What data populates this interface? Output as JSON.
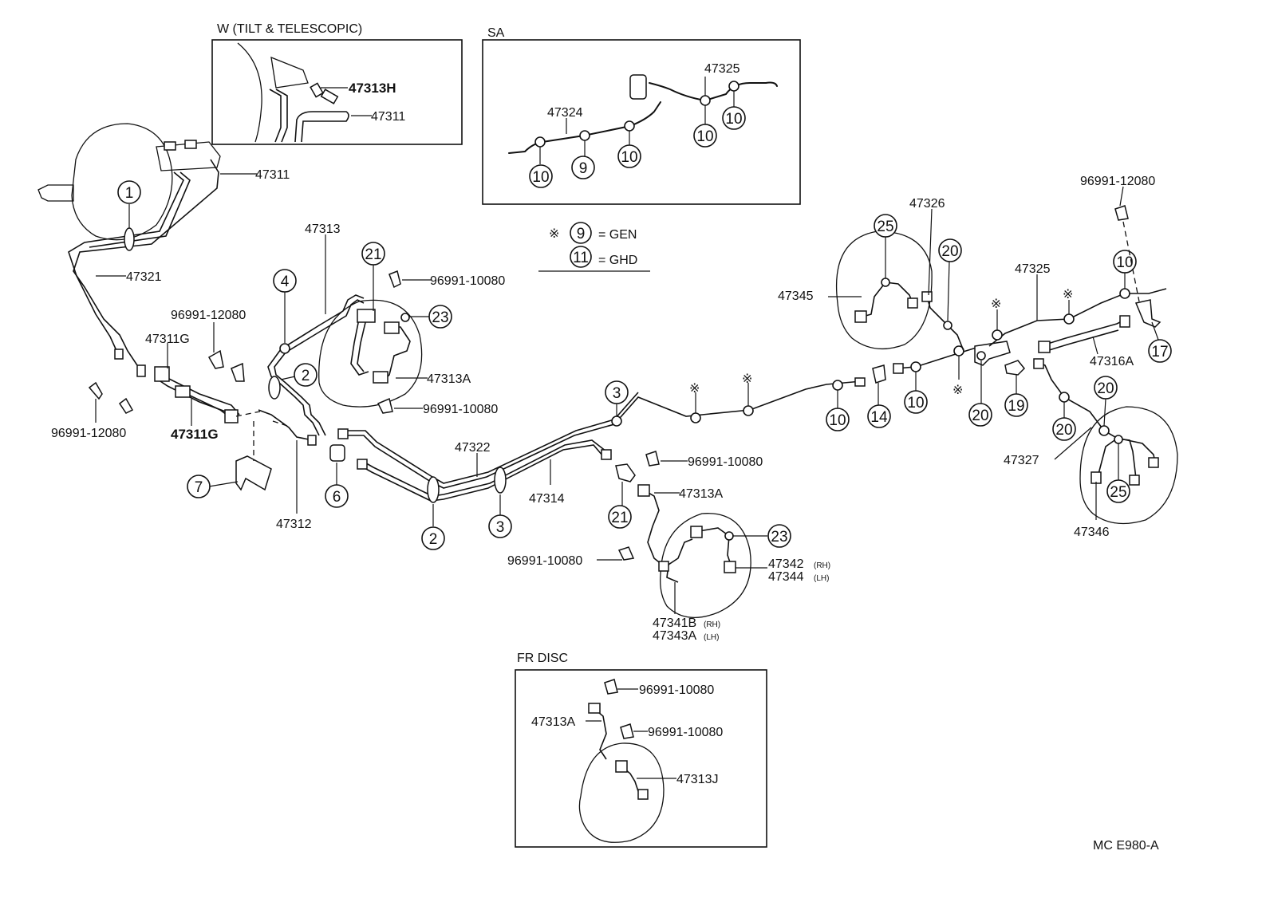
{
  "insets": {
    "tilt": {
      "title": "W (TILT & TELESCOPIC)",
      "labels": [
        "47313H",
        "47311"
      ]
    },
    "sa": {
      "title": "SA",
      "labels": [
        "47325",
        "47324"
      ]
    },
    "frdisc": {
      "title": "FR DISC",
      "labels": [
        "96991-10080",
        "47313A",
        "96991-10080",
        "47313J"
      ]
    }
  },
  "legend": {
    "mark": "※",
    "gen": {
      "ref": "9",
      "text": "= GEN"
    },
    "ghd": {
      "ref": "11",
      "text": "= GHD"
    }
  },
  "part_labels": {
    "p47311": "47311",
    "p47321": "47321",
    "p47313": "47313",
    "p96991_12080_a": "96991-12080",
    "p47311G_a": "47311G",
    "p96991_12080_b": "96991-12080",
    "p47311G_b": "47311G",
    "p47312": "47312",
    "p96991_10080_a": "96991-10080",
    "p47313A_a": "47313A",
    "p96991_10080_b": "96991-10080",
    "p47322": "47322",
    "p47314": "47314",
    "p96991_10080_c": "96991-10080",
    "p47313A_b": "47313A",
    "p96991_10080_d": "96991-10080",
    "p47342": "47342",
    "p47344": "47344",
    "p47341B": "47341B",
    "p47343A": "47343A",
    "p47326": "47326",
    "p47345": "47345",
    "p47325": "47325",
    "p96991_12080_c": "96991-12080",
    "p47316A": "47316A",
    "p47327": "47327",
    "p47346": "47346"
  },
  "suffixes": {
    "rh": "(RH)",
    "lh": "(LH)"
  },
  "callouts": {
    "c1": "1",
    "c4": "4",
    "c2a": "2",
    "c2b": "2",
    "c3a": "3",
    "c3b": "3",
    "c6": "6",
    "c7": "7",
    "c21a": "21",
    "c23a": "23",
    "c21b": "21",
    "c23b": "23",
    "c10a": "10",
    "c14": "14",
    "c10b": "10",
    "c20a": "20",
    "c19": "19",
    "c25a": "25",
    "c20b": "20",
    "c10c": "10",
    "c17": "17",
    "c20c": "20",
    "c20d": "20",
    "c25b": "25",
    "sa10a": "10",
    "sa9": "9",
    "sa10b": "10",
    "sa10c": "10",
    "sa10d": "10"
  },
  "asterisks": [
    "※",
    "※",
    "※",
    "※",
    "※"
  ],
  "code": "MC E980-A"
}
